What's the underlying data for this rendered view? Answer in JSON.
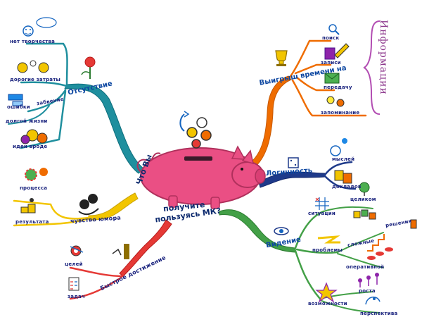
{
  "central": {
    "line1": "Что Вы",
    "line2": "получите",
    "line3": "пользуясь МК?"
  },
  "branches": {
    "absence": {
      "label": "Отсутствие",
      "children": [
        "нет творчества",
        "дорогие затраты",
        "ошибки",
        "забвение",
        "долгой жизни",
        "идеи вроде"
      ]
    },
    "wins": {
      "label": "Выигрыш времени на",
      "children": [
        "поиск",
        "записи",
        "передачу",
        "запоминание"
      ],
      "bracket": "Информации"
    },
    "logic": {
      "label": "Логичность",
      "children": [
        "мыслей",
        "докладов"
      ]
    },
    "vision": {
      "label": "Видение",
      "children": [
        "ситуации",
        "целиком",
        "проблемы",
        "сложные",
        "решения",
        "оперативной",
        "возможности",
        "роста",
        "перспектива"
      ]
    },
    "humor": {
      "label": "чувство юмора",
      "children": [
        "процесса",
        "результата"
      ]
    },
    "speed": {
      "label": "Быстрое достижение",
      "children": [
        "целей",
        "задач"
      ]
    }
  },
  "colors": {
    "blue_line": "#1565c0",
    "teal_branch": "#1f8f9e",
    "orange_branch": "#ef6c00",
    "navy_branch": "#1e3a8a",
    "green_branch": "#43a047",
    "yellow_branch": "#f2c500",
    "red_branch": "#e53935",
    "pig_pink": "#ea4f84",
    "bracket_purple": "#b24db2"
  },
  "icons": [
    "piggy-bank-icon",
    "coins-icon",
    "trophy-icon",
    "eye-icon",
    "star-icon",
    "smiley-icon",
    "flower-icon",
    "dice-icon"
  ]
}
